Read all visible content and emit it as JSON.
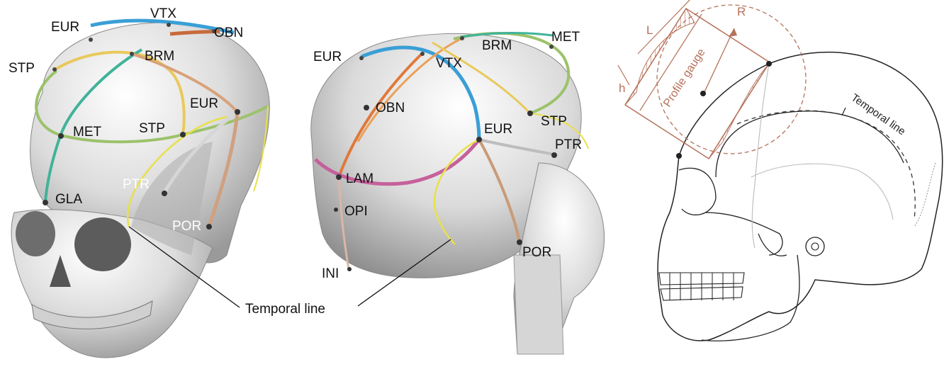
{
  "panel_left": {
    "labels": {
      "eur_top": "EUR",
      "vtx": "VTX",
      "obn": "OBN",
      "stp_left": "STP",
      "brm": "BRM",
      "eur_right": "EUR",
      "met": "MET",
      "stp_mid": "STP",
      "gla": "GLA",
      "ptr": "PTR",
      "por": "POR"
    }
  },
  "panel_mid": {
    "labels": {
      "eur_top": "EUR",
      "vtx": "VTX",
      "brm": "BRM",
      "met": "MET",
      "obn": "OBN",
      "eur_mid": "EUR",
      "stp": "STP",
      "ptr": "PTR",
      "lam": "LAM",
      "opi": "OPI",
      "por": "POR",
      "ini": "INI"
    }
  },
  "shared": {
    "temporal_line": "Temporal line"
  },
  "panel_right": {
    "gauge_label": "Profile gauge",
    "symbol_L": "L",
    "symbol_R": "R",
    "symbol_h": "h",
    "temporal_line": "Temporal line"
  },
  "colors": {
    "bone": "#e6e6e6",
    "gauge": "#b5715a",
    "eur_line": "#3a9fd6",
    "stp_line": "#e9c95c",
    "met_line": "#41b39a",
    "ring_line": "#9cc26b",
    "lam_line": "#c6609b",
    "obn_line": "#e0793a",
    "por_line": "#c99b79",
    "ptr_line": "#c9c9c9",
    "temporal_line": "#e8e04a"
  }
}
